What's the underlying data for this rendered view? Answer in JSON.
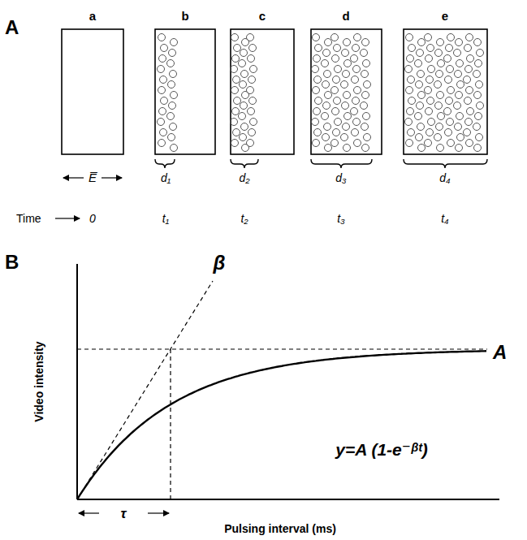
{
  "diagram": {
    "labels": [
      "A",
      "a",
      "b",
      "c",
      "d",
      "e",
      "E̅",
      "d₁",
      "d₂",
      "d₃",
      "d₄",
      "Time",
      "0",
      "t₁",
      "t₂",
      "t₃",
      "t₄",
      "B",
      "β",
      "Video intensity",
      "A",
      "y=A (1-e⁻ᵝᵗ)",
      "τ",
      "Pulsing interval (ms)"
    ]
  }
}
